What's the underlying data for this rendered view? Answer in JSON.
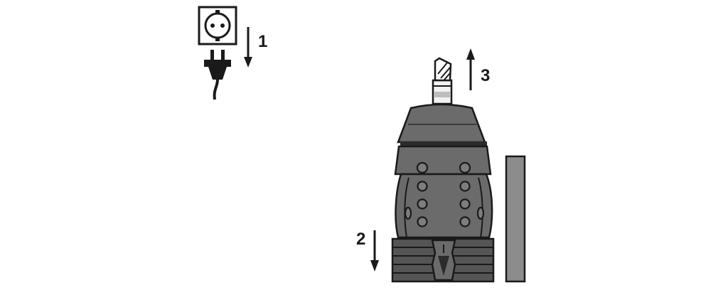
{
  "steps": {
    "step1": {
      "number": "1",
      "direction": "down",
      "icon": "unplug-icon"
    },
    "step2": {
      "number": "2",
      "direction": "down",
      "icon": "arrow-down-icon"
    },
    "step3": {
      "number": "3",
      "direction": "up",
      "icon": "arrow-up-icon"
    }
  },
  "colors": {
    "line": "#1a1a1a",
    "chuck_body": "#6b6b6b",
    "chuck_dark": "#3a3a3a",
    "chuck_base": "#555555",
    "hole_fill": "#7d7d7d",
    "post": "#8c8c8c",
    "background": "#ffffff"
  }
}
